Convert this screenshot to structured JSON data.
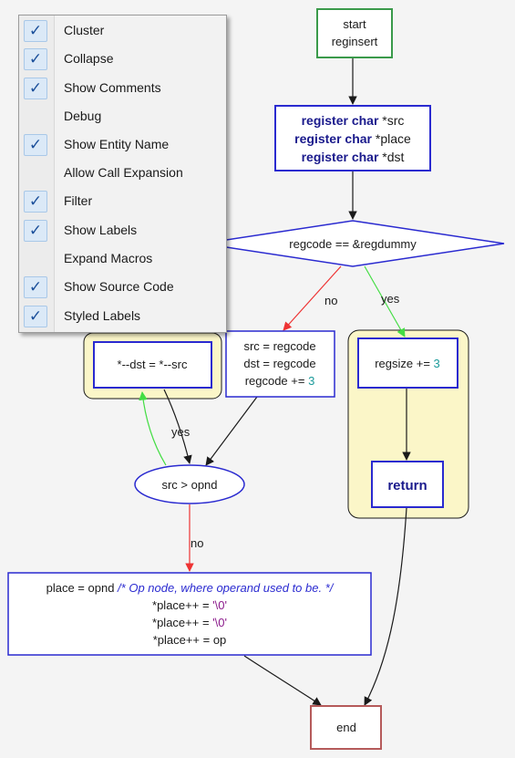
{
  "menu": {
    "items": [
      {
        "label": "Cluster",
        "checked": true
      },
      {
        "label": "Collapse",
        "checked": true
      },
      {
        "label": "Show Comments",
        "checked": true
      },
      {
        "label": "Debug",
        "checked": false
      },
      {
        "label": "Show Entity Name",
        "checked": true
      },
      {
        "label": "Allow Call Expansion",
        "checked": false
      },
      {
        "label": "Filter",
        "checked": true
      },
      {
        "label": "Show Labels",
        "checked": true
      },
      {
        "label": "Expand Macros",
        "checked": false
      },
      {
        "label": "Show Source Code",
        "checked": true
      },
      {
        "label": "Styled Labels",
        "checked": true
      }
    ],
    "check_glyph": "✓"
  },
  "flow": {
    "start": [
      "start",
      "reginsert"
    ],
    "decl": [
      [
        {
          "t": "register ",
          "s": "kw"
        },
        {
          "t": "char",
          "s": "kw"
        },
        {
          "t": " *src",
          "s": "plain"
        }
      ],
      [
        {
          "t": "register ",
          "s": "kw"
        },
        {
          "t": "char",
          "s": "kw"
        },
        {
          "t": " *place",
          "s": "plain"
        }
      ],
      [
        {
          "t": "register ",
          "s": "kw"
        },
        {
          "t": "char",
          "s": "kw"
        },
        {
          "t": " *dst",
          "s": "plain"
        }
      ]
    ],
    "cond1": "regcode == &regdummy",
    "edge_no1": "no",
    "edge_yes1": "yes",
    "assign": [
      [
        {
          "t": "src = regcode",
          "s": "plain"
        }
      ],
      [
        {
          "t": "dst = regcode",
          "s": "plain"
        }
      ],
      [
        {
          "t": "regcode += ",
          "s": "plain"
        },
        {
          "t": "3",
          "s": "num"
        }
      ]
    ],
    "copy": "*--dst = *--src",
    "edge_yes2": "yes",
    "cond2": "src > opnd",
    "edge_no2": "no",
    "regsize": [
      {
        "t": "regsize += ",
        "s": "plain"
      },
      {
        "t": "3",
        "s": "num"
      }
    ],
    "ret": "return",
    "place": [
      [
        {
          "t": "place = opnd ",
          "s": "plain"
        },
        {
          "t": "/* Op node, where operand used to be. */",
          "s": "comment"
        }
      ],
      [
        {
          "t": "*place++ = ",
          "s": "plain"
        },
        {
          "t": "'\\0'",
          "s": "str"
        }
      ],
      [
        {
          "t": "*place++ = ",
          "s": "plain"
        },
        {
          "t": "'\\0'",
          "s": "str"
        }
      ],
      [
        {
          "t": "*place++ = op",
          "s": "plain"
        }
      ]
    ],
    "end": "end"
  },
  "colors": {
    "node_border": "#2a2ad0",
    "start_border": "#3a9a4a",
    "end_border": "#b55a5a",
    "cluster_fill": "#fbf6c8",
    "edge": "#1a1a1a",
    "edge_yes": "#44dd44",
    "edge_no": "#ee3333",
    "keyword": "#1a1a8c",
    "number": "#1a9a9a",
    "string": "#8b1a8b",
    "comment": "#2a2ad0"
  }
}
